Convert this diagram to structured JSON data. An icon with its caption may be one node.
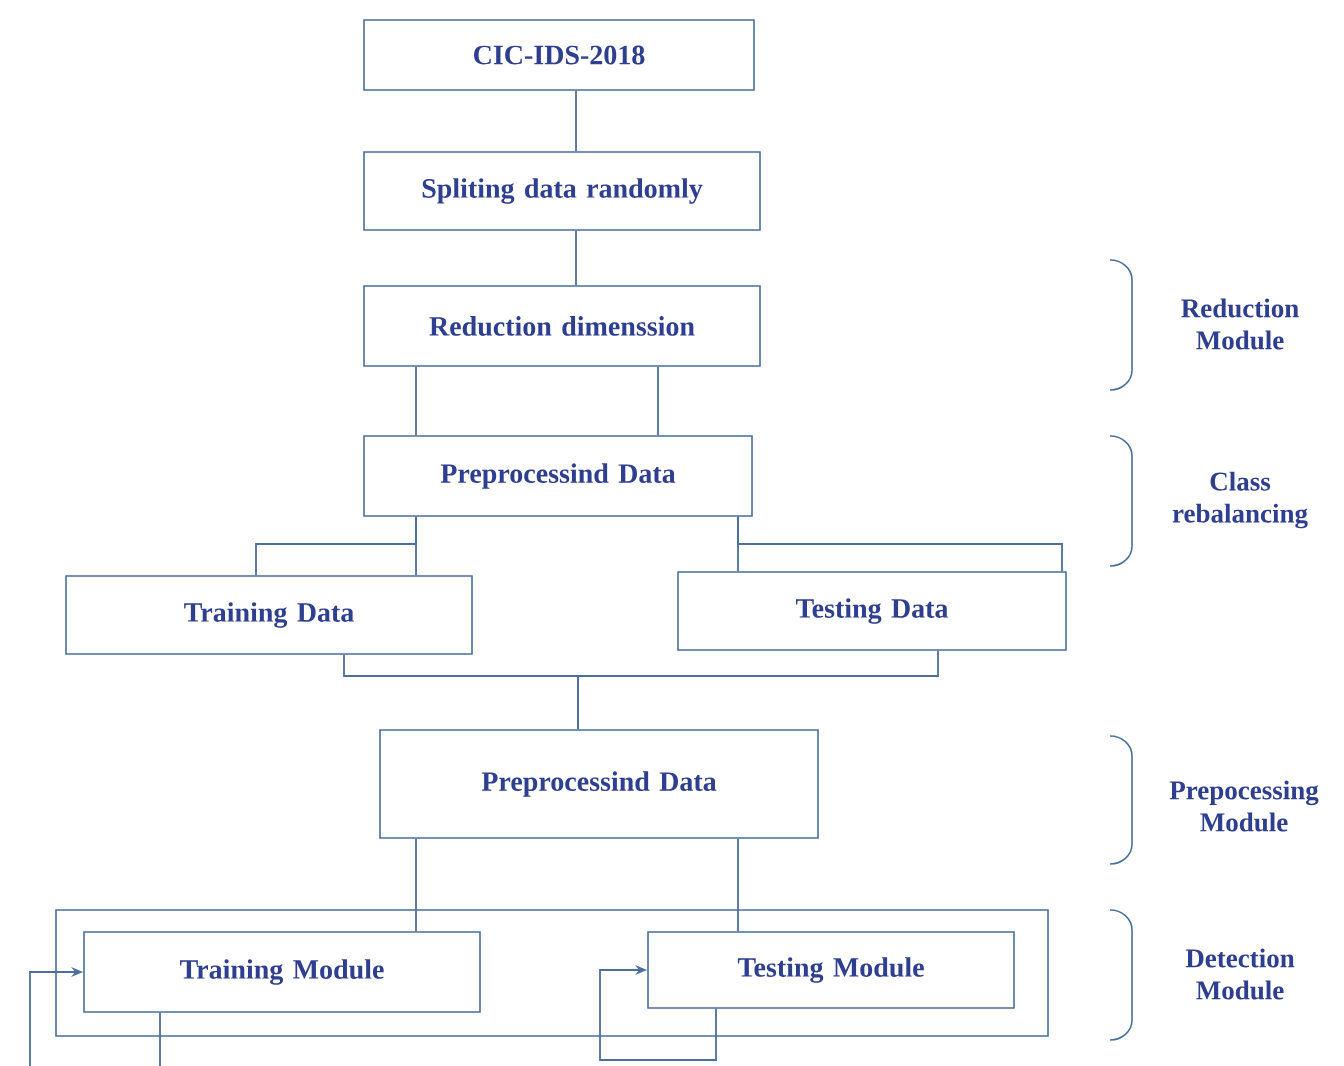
{
  "diagram": {
    "nodes": [
      {
        "text": [
          "CIC-IDS-2018"
        ]
      },
      {
        "text": [
          "Spliting data randomly"
        ]
      },
      {
        "text": [
          "Reduction dimenssion"
        ]
      },
      {
        "text": [
          "Preprocessind Data"
        ]
      },
      {
        "text": [
          "Training Data"
        ]
      },
      {
        "text": [
          "Testing Data"
        ]
      },
      {
        "text": [
          "Preprocessind Data"
        ]
      },
      {
        "text": [],
        "shape": "box"
      },
      {
        "text": [
          "Training Module"
        ],
        "in": 7
      },
      {
        "text": [
          "Testing Module"
        ],
        "in": 7
      }
    ],
    "edges": [
      {
        "from": 0,
        "to": 1,
        "arrow": "none"
      },
      {
        "from": 1,
        "to": 2,
        "arrow": "none"
      },
      {
        "from": 2,
        "to": 3,
        "arrow": "none"
      },
      {
        "from": 2,
        "to": 3,
        "arrow": "none"
      },
      {
        "from": 3,
        "to": 4,
        "arrow": "none"
      },
      {
        "from": 3,
        "to": 5,
        "arrow": "none"
      },
      {
        "from": 3,
        "to": 4,
        "arrow": "none"
      },
      {
        "from": 3,
        "to": 5,
        "arrow": "none"
      },
      {
        "from": 4,
        "to": 6,
        "arrow": "none"
      },
      {
        "from": 5,
        "to": 6,
        "arrow": "none"
      },
      {
        "from": 6,
        "to": 8,
        "arrow": "none"
      },
      {
        "from": 6,
        "to": 9,
        "arrow": "none"
      },
      {
        "from": null,
        "to": 8,
        "arrow": "to"
      },
      {
        "from": 8,
        "to": null,
        "arrow": "none"
      },
      {
        "from": 9,
        "to": 9,
        "arrow": "to"
      }
    ],
    "labels": [
      "Reduction Module",
      "Class rebalancing",
      "Prepocessing Module",
      "Detection Module"
    ]
  }
}
